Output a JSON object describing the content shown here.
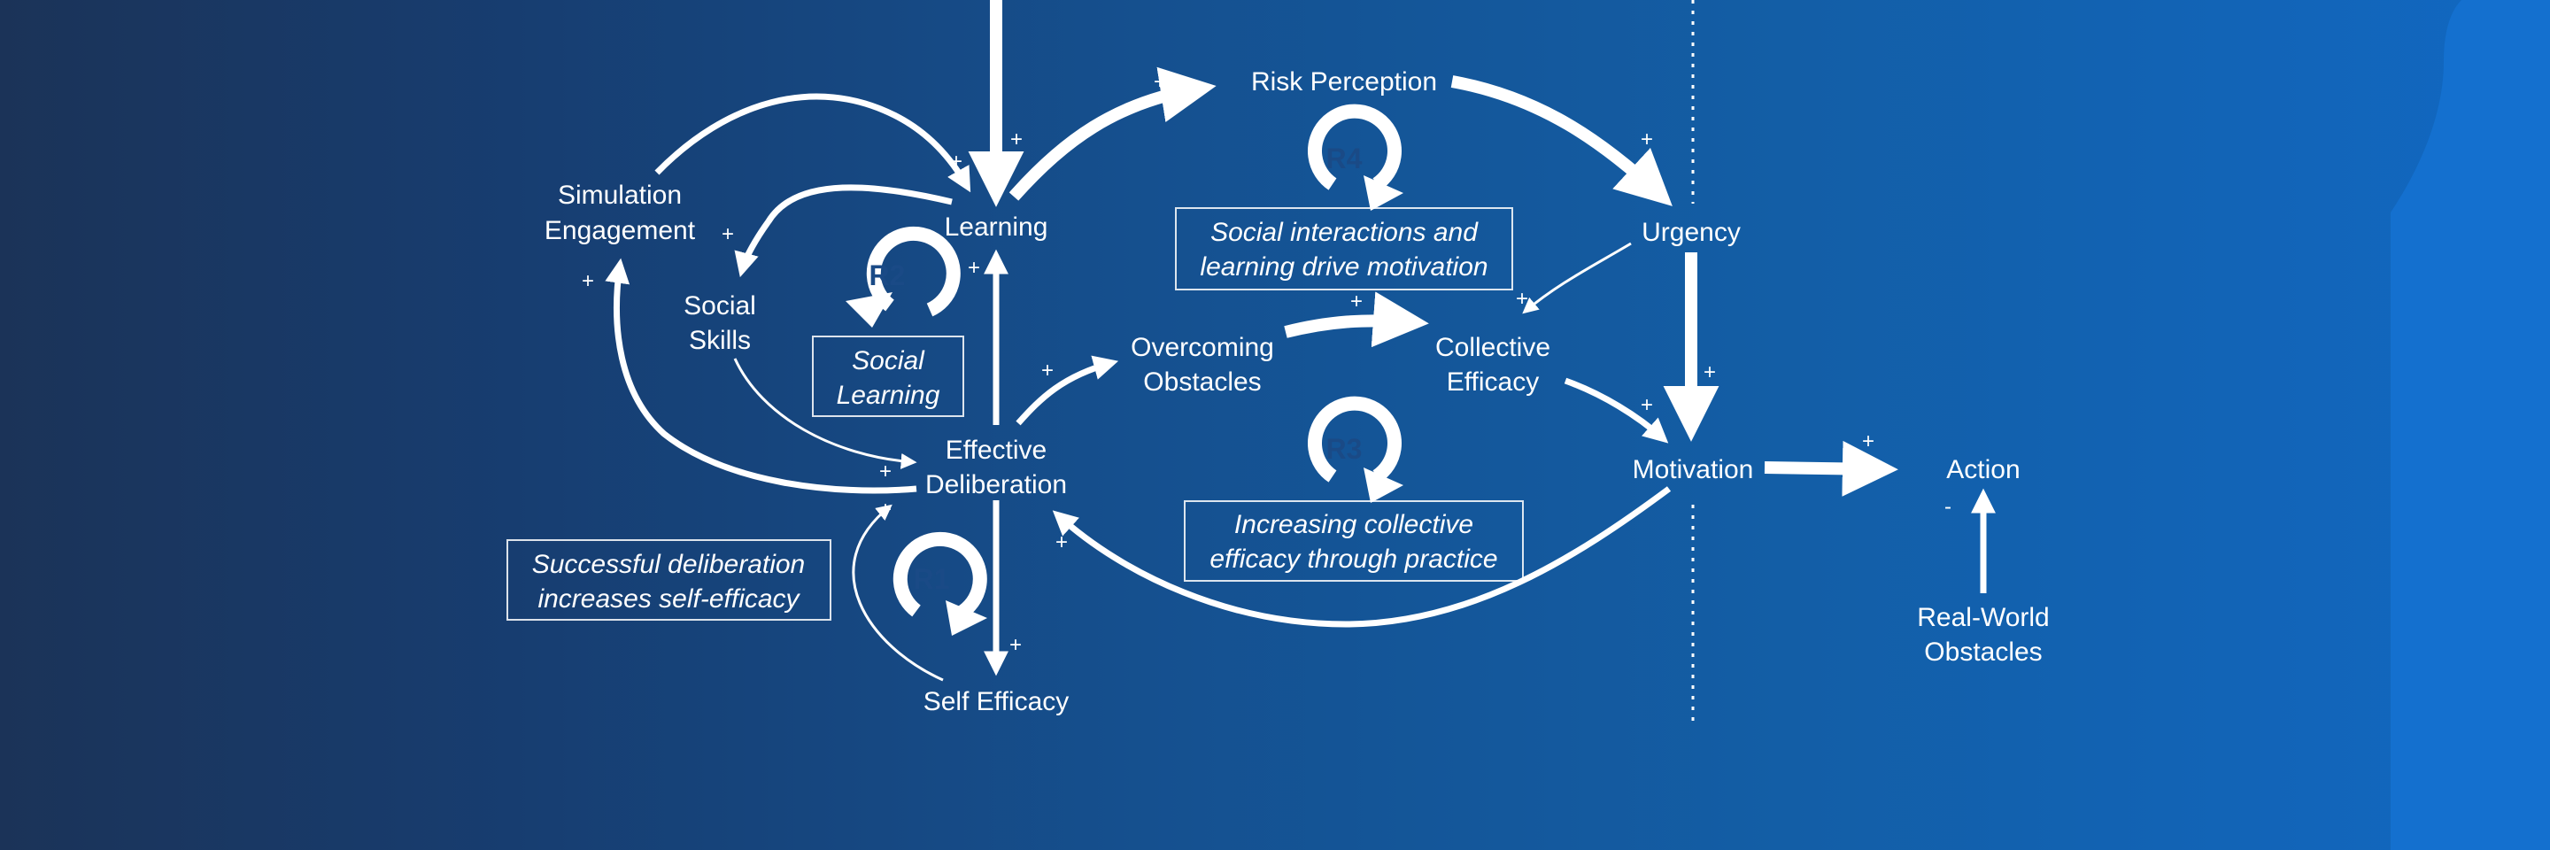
{
  "diagram": {
    "title": "",
    "nodes": {
      "risk_perception": "Risk Perception",
      "learning": "Learning",
      "simulation_engagement": [
        "Simulation",
        "Engagement"
      ],
      "social_skills": [
        "Social",
        "Skills"
      ],
      "effective_deliberation": [
        "Effective",
        "Deliberation"
      ],
      "overcoming_obstacles": [
        "Overcoming",
        "Obstacles"
      ],
      "collective_efficacy": [
        "Collective",
        "Efficacy"
      ],
      "urgency": "Urgency",
      "motivation": "Motivation",
      "action": "Action",
      "real_world_obstacles": [
        "Real-World",
        "Obstacles"
      ],
      "self_efficacy": "Self Efficacy"
    },
    "loops": {
      "r1": "R1",
      "r2": "R2",
      "r3": "R3",
      "r4": "R4"
    },
    "annotations": {
      "social_learning": [
        "Social",
        "Learning"
      ],
      "social_interactions": [
        "Social interactions and",
        "learning drive motivation"
      ],
      "collective_efficacy_practice": [
        "Increasing collective",
        "efficacy through practice"
      ],
      "successful_deliberation": [
        "Successful deliberation",
        "increases self-efficacy"
      ]
    },
    "signs": {
      "plus": "+",
      "minus": "-"
    }
  }
}
